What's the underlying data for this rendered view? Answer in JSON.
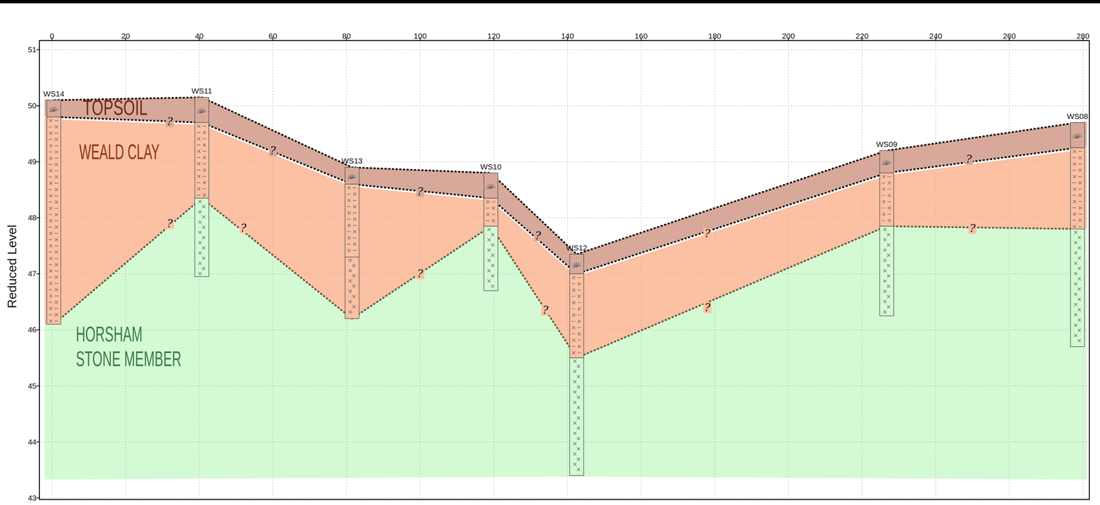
{
  "diagram": {
    "nodes": [
      {
        "text": [
          "TOPSOIL"
        ]
      },
      {
        "text": [
          "WEALD CLAY"
        ]
      },
      {
        "text": [
          "HORSHAM STONE MEMBER"
        ]
      }
    ],
    "labels": [
      "0",
      "20",
      "40",
      "60",
      "80",
      "100",
      "120",
      "140",
      "160",
      "180",
      "200",
      "220",
      "240",
      "260",
      "280",
      "51",
      "50",
      "49",
      "48",
      "47",
      "46",
      "45",
      "44",
      "43",
      "Reduced Level",
      "WS14",
      "WS11",
      "WS13",
      "WS10",
      "WS12",
      "WS09",
      "WS08",
      "?",
      "?",
      "?",
      "?",
      "?",
      "?",
      "?",
      "?",
      "?",
      "?",
      "?",
      "?"
    ]
  }
}
